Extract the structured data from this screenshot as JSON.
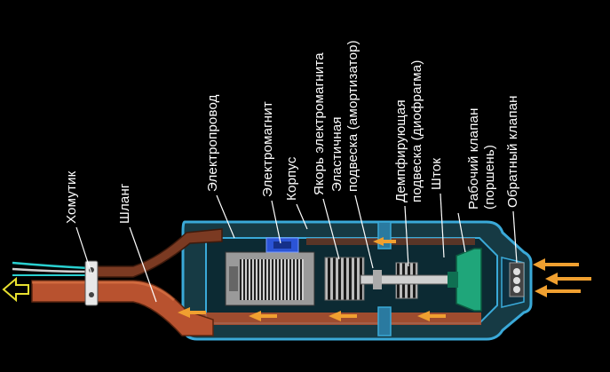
{
  "labels": {
    "clamp": "Хомутик",
    "hose": "Шланг",
    "cable": "Электропровод",
    "electromagnet": "Электромагнит",
    "housing": "Корпус",
    "armature": "Якорь электромагнита",
    "elastic_1": "Эластичная",
    "elastic_2": "подвеска (амортизатор)",
    "damping_1": "Демпфирующая",
    "damping_2": "подвеска (диофрагма)",
    "rod": "Шток",
    "working_valve_1": "Рабочий клапан",
    "working_valve_2": "(поршень)",
    "check_valve": "Обратный клапан"
  },
  "colors": {
    "background": "#000000",
    "body_outline": "#3aa9d8",
    "body_fill": "#163a44",
    "hose": "#b8522f",
    "hose_dark": "#7b3a22",
    "flow_arrow": "#f0a030",
    "inner_metal": "#c8c8c8",
    "magnet_blue": "#2b54d6",
    "piston": "#1fa67a",
    "outflow_arrow": "#e8e030"
  },
  "icons": {
    "inflow": "arrow-left-icon",
    "outflow": "hollow-arrow-left-icon"
  }
}
